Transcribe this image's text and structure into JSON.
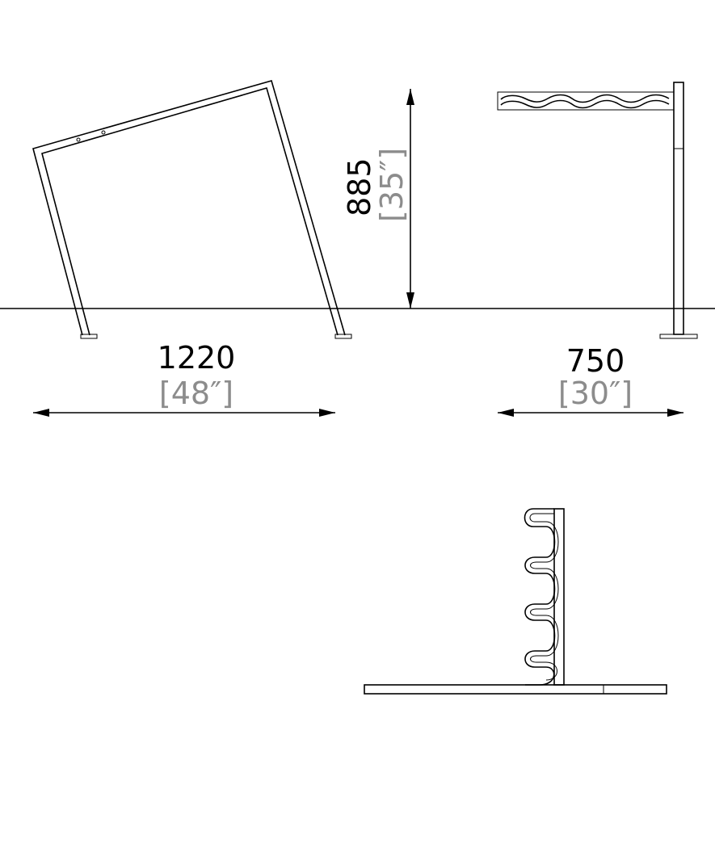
{
  "dimensions": {
    "height": {
      "metric": "885",
      "imperial": "[35″]"
    },
    "width": {
      "metric": "1220",
      "imperial": "[48″]"
    },
    "depth": {
      "metric": "750",
      "imperial": "[30″]"
    }
  },
  "colors": {
    "line": "#000000",
    "imperial_text": "#8c8c8c",
    "background": "#ffffff"
  }
}
